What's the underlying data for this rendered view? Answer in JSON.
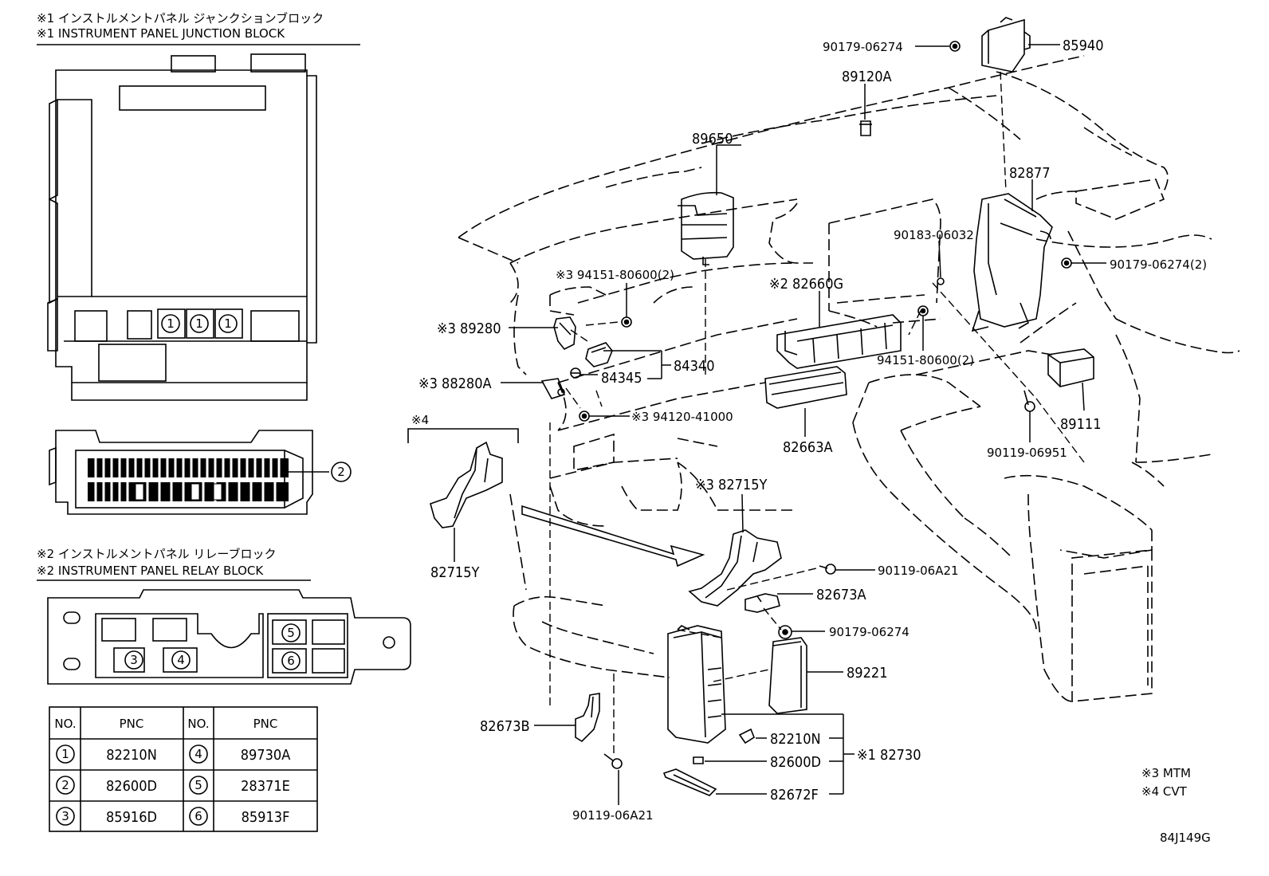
{
  "header1": {
    "jp": "※1 インストルメントパネル ジャンクションブロック",
    "en": "※1 INSTRUMENT PANEL JUNCTION BLOCK"
  },
  "header2": {
    "jp": "※2 インストルメントパネル リレーブロック",
    "en": "※2 INSTRUMENT PANEL RELAY BLOCK"
  },
  "circled": [
    "1",
    "1",
    "1",
    "2",
    "3",
    "4",
    "5",
    "6"
  ],
  "section4": "※4",
  "table": {
    "headers": [
      "NO.",
      "PNC",
      "NO.",
      "PNC"
    ],
    "rows": [
      {
        "n1": "1",
        "p1": "82210N",
        "n2": "4",
        "p2": "89730A"
      },
      {
        "n1": "2",
        "p1": "82600D",
        "n2": "5",
        "p2": "28371E"
      },
      {
        "n1": "3",
        "p1": "85916D",
        "n2": "6",
        "p2": "85913F"
      }
    ]
  },
  "parts": {
    "p85940": "85940",
    "p90179a": "90179-06274",
    "p89120A": "89120A",
    "p89650": "89650",
    "p82877": "82877",
    "p90183": "90183-06032",
    "p90179b": "90179-06274(2)",
    "p94151a": "※3 94151-80600(2)",
    "p82660G": "※2 82660G",
    "p89280": "※3 89280",
    "p84340": "84340",
    "p84345": "84345",
    "p88280A": "※3 88280A",
    "p94120": "※3 94120-41000",
    "p94151b": "94151-80600(2)",
    "p82663A": "82663A",
    "p89111": "89111",
    "p90119a": "90119-06951",
    "p82715Ya": "82715Y",
    "p82715Yb": "※3 82715Y",
    "p90119b": "90119-06A21",
    "p82673A": "82673A",
    "p90179c": "90179-06274",
    "p89221": "89221",
    "p82673B": "82673B",
    "p82210N": "82210N",
    "p82600D": "82600D",
    "p82730": "※1 82730",
    "p82672F": "82672F",
    "p90119c": "90119-06A21"
  },
  "notes": {
    "n3": "※3 MTM",
    "n4": "※4 CVT"
  },
  "figure_id": "84J149G"
}
